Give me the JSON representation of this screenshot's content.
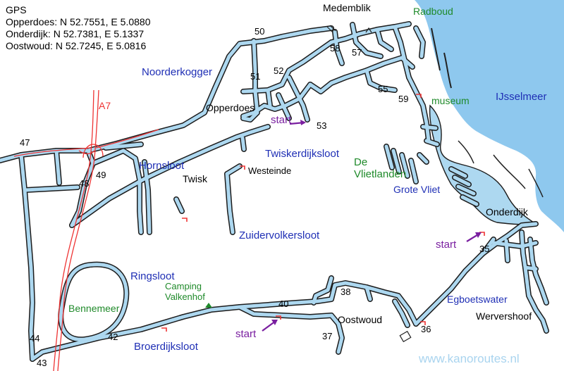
{
  "gps": {
    "heading": "GPS",
    "lines": [
      "Opperdoes: N 52.7551,  E 5.0880",
      "Onderdijk: N 52.7381,  E 5.1337",
      "Oostwoud: N 52.7245,  E 5.0816"
    ]
  },
  "places": {
    "medemblik": "Medemblik",
    "radboud": "Radboud",
    "museum": "museum",
    "ijsselmeer": "IJsselmeer",
    "noorderkogger": "Noorderkogger",
    "opperdoes": "Opperdoes",
    "twiskerdijksloot": "Twiskerdijksloot",
    "westeinde": "Westeinde",
    "de": "De",
    "vlietlanden": "Vlietlanden",
    "grote_vliet": "Grote Vliet",
    "onderdijk": "Onderdijk",
    "hornsloot": "Hornsloot",
    "twisk": "Twisk",
    "zuidervolkersloot": "Zuidervolkersloot",
    "ringsloot": "Ringsloot",
    "camping": "Camping",
    "valkenhof": "Valkenhof",
    "bennemeer": "Bennemeer",
    "oostwoud": "Oostwoud",
    "egboetswater": "Egboetswater",
    "wervershoof": "Wervershoof",
    "broerdijksloot": "Broerdijksloot",
    "a7": "A7"
  },
  "start_labels": {
    "north": "start",
    "east": "start",
    "south": "start"
  },
  "waypoints": {
    "w35": "35",
    "w36": "36",
    "w37": "37",
    "w38": "38",
    "w40": "40",
    "w42": "42",
    "w43": "43",
    "w44": "44",
    "w47": "47",
    "w48": "48",
    "w49": "49",
    "w50": "50",
    "w51": "51",
    "w52": "52",
    "w53": "53",
    "w55": "55",
    "w57": "57",
    "w58": "58",
    "w59": "59"
  },
  "watermark": "www.kanoroutes.nl",
  "colors": {
    "water": "#add8f0",
    "water_outline": "#1c1c1c",
    "lake": "#8ec8ee",
    "road": "#ee3333",
    "start_arrow": "#7a1fa0",
    "label_blue": "#1f2fb5",
    "label_green": "#1f8a2a"
  },
  "icons": {
    "campsite": "tent-icon"
  }
}
